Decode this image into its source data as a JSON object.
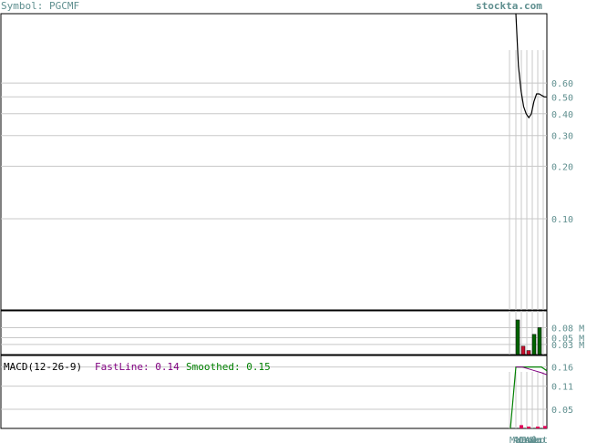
{
  "header": {
    "symbol_label": "Symbol: PGCMF",
    "site": "stockta.com"
  },
  "colors": {
    "grid": "#c8c8c8",
    "axis_text": "#5f8f8f",
    "up_bar": "#006400",
    "down_bar": "#c8102e",
    "price_line": "#000000",
    "fast_line": "#800080",
    "smoothed_line": "#008000",
    "histogram": "#e0005a"
  },
  "chart_data": [
    {
      "type": "line",
      "panel": "price",
      "yscale": "log",
      "yticks": [
        "0.60",
        "0.50",
        "0.40",
        "0.30",
        "0.20",
        "0.10"
      ],
      "ytick_values": [
        0.6,
        0.5,
        0.4,
        0.3,
        0.2,
        0.1
      ],
      "ylim": [
        0.03,
        1.5
      ],
      "series": [
        {
          "values": [
            1.5,
            0.75,
            0.54,
            0.44,
            0.4,
            0.38,
            0.4,
            0.47,
            0.52,
            0.52,
            0.51,
            0.5,
            0.5
          ]
        }
      ]
    },
    {
      "type": "bar",
      "panel": "volume",
      "yticks": [
        "0.08 M",
        "0.05 M",
        "0.03 M"
      ],
      "ytick_values": [
        0.08,
        0.05,
        0.03
      ],
      "ylim": [
        0,
        0.13
      ],
      "values": [
        0.103,
        0.025,
        0.012,
        0.06,
        0.08
      ],
      "direction": [
        "up",
        "down",
        "down",
        "up",
        "up"
      ]
    },
    {
      "type": "line",
      "panel": "macd",
      "label": "MACD(12-26-9)",
      "fast_label": "FastLine: 0.14",
      "smoothed_label": "Smoothed: 0.15",
      "yticks": [
        "0.16",
        "0.11",
        "0.05"
      ],
      "ytick_values": [
        0.16,
        0.11,
        0.05
      ],
      "ylim": [
        0,
        0.19
      ],
      "series": [
        {
          "name": "FastLine",
          "values": [
            0.16,
            0.16,
            0.155,
            0.15,
            0.145,
            0.14
          ]
        },
        {
          "name": "Smoothed",
          "values": [
            0,
            0.16,
            0.16,
            0.16,
            0.16,
            0.15
          ]
        }
      ],
      "histogram": [
        0.004,
        0.002,
        0.001,
        -0.003
      ]
    }
  ],
  "x_labels": [
    "Mar",
    "Apr",
    "May",
    "Jun",
    "Jul",
    "Aug",
    "Sep",
    "Oct"
  ]
}
